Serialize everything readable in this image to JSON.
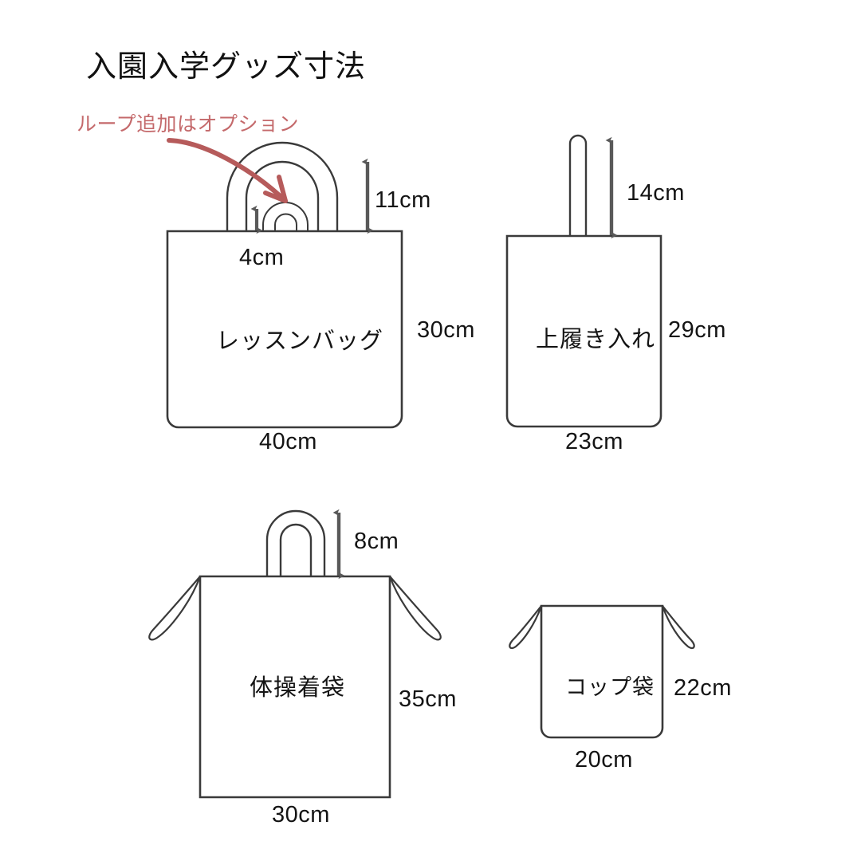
{
  "header": {
    "title": "入園入学グッズ寸法"
  },
  "annotation": {
    "note": "ループ追加はオプション",
    "note_color": "#c4696b",
    "arrow_color": "#b65b5b",
    "arrow_icon": "curved-arrow-icon"
  },
  "style": {
    "stroke_color": "#3a3a3a",
    "dimension_color": "#595959",
    "background": "#ffffff"
  },
  "items": [
    {
      "id": "lesson-bag",
      "name": "レッスンバッグ",
      "width_label": "40cm",
      "height_label": "30cm",
      "handle_label": "11cm",
      "loop_label": "4cm"
    },
    {
      "id": "shoe-bag",
      "name": "上履き入れ",
      "width_label": "23cm",
      "height_label": "29cm",
      "strap_label": "14cm"
    },
    {
      "id": "gym-clothes-bag",
      "name": "体操着袋",
      "width_label": "30cm",
      "height_label": "35cm",
      "handle_label": "8cm"
    },
    {
      "id": "cup-bag",
      "name": "コップ袋",
      "width_label": "20cm",
      "height_label": "22cm"
    }
  ]
}
